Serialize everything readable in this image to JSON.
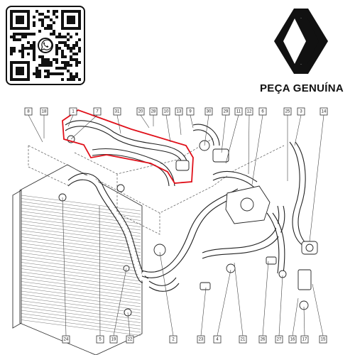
{
  "brand": {
    "text": "PEÇA GENUÍNA",
    "logo_icon": "renault-diamond-logo-icon",
    "qr_icon": "whatsapp-qr-code-icon"
  },
  "diagram": {
    "highlight_color": "#e0101a",
    "top_callouts": [
      "8",
      "18",
      "1",
      "7",
      "31",
      "20",
      "28",
      "10",
      "13",
      "9",
      "30",
      "29",
      "11",
      "12",
      "6",
      "25",
      "3",
      "14"
    ],
    "bottom_callouts": [
      "24",
      "5",
      "19",
      "22",
      "2",
      "23",
      "4",
      "21",
      "26",
      "27",
      "16",
      "17",
      "15"
    ]
  }
}
